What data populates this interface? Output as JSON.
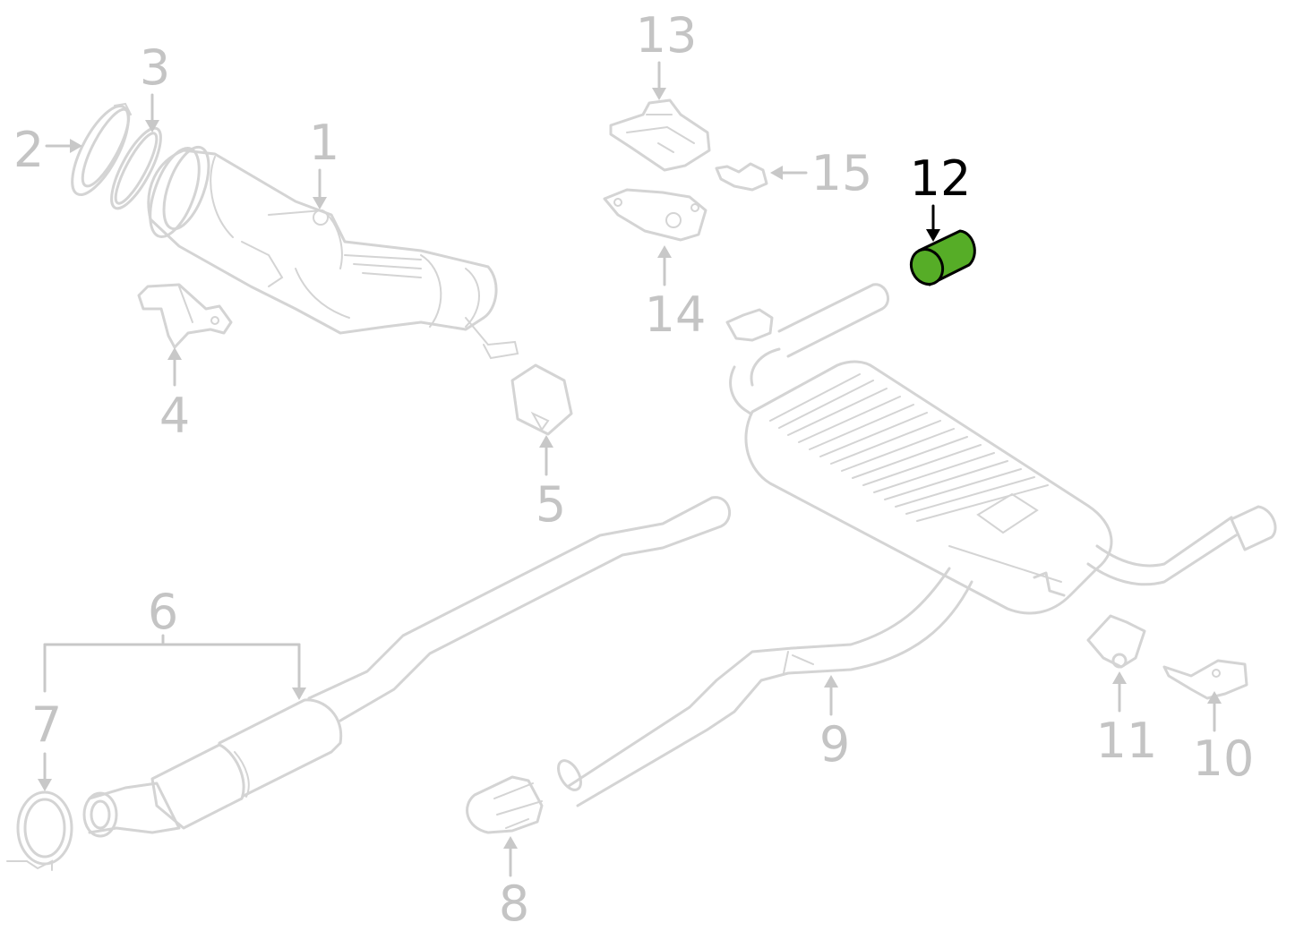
{
  "diagram": {
    "highlight_color": "#56ad27",
    "part_line_color": "#d4d4d4",
    "callouts": [
      {
        "id": "1",
        "label": "1"
      },
      {
        "id": "2",
        "label": "2"
      },
      {
        "id": "3",
        "label": "3"
      },
      {
        "id": "4",
        "label": "4"
      },
      {
        "id": "5",
        "label": "5"
      },
      {
        "id": "6",
        "label": "6"
      },
      {
        "id": "7",
        "label": "7"
      },
      {
        "id": "8",
        "label": "8"
      },
      {
        "id": "9",
        "label": "9"
      },
      {
        "id": "10",
        "label": "10"
      },
      {
        "id": "11",
        "label": "11"
      },
      {
        "id": "12",
        "label": "12",
        "highlighted": true
      },
      {
        "id": "13",
        "label": "13"
      },
      {
        "id": "14",
        "label": "14"
      },
      {
        "id": "15",
        "label": "15"
      }
    ]
  }
}
